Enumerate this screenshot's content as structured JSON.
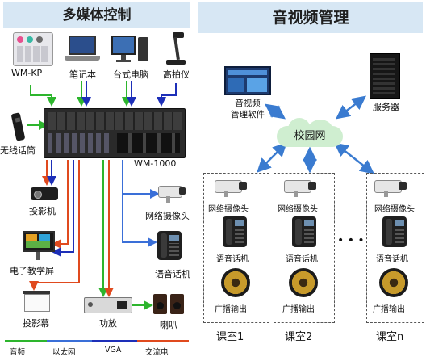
{
  "left_panel": {
    "title": "多媒体控制",
    "devices": {
      "wm_kp": "WM-KP",
      "laptop": "笔记本",
      "desktop": "台式电脑",
      "doc_camera": "高拍仪",
      "wireless_mic": "无线话筒",
      "controller": "WM-1000",
      "projector": "投影机",
      "ip_camera": "网络摄像头",
      "smart_board": "电子教学屏",
      "ip_phone": "语音话机",
      "screen": "投影幕",
      "amplifier": "功放",
      "speaker": "喇叭"
    },
    "legend": [
      {
        "label": "音频",
        "color": "#2db52d"
      },
      {
        "label": "以太网",
        "color": "#3a6fd8"
      },
      {
        "label": "VGA",
        "color": "#1d2fb8"
      },
      {
        "label": "交流电",
        "color": "#e04a1e"
      }
    ]
  },
  "right_panel": {
    "title": "音视频管理",
    "software": "音视频\n管理软件",
    "server": "服务器",
    "network": "校园网",
    "room_device_labels": {
      "camera": "网络摄像头",
      "phone": "语音话机",
      "broadcast": "广播输出"
    },
    "rooms": [
      "课室1",
      "课室2",
      "课室n"
    ],
    "ellipsis": "• • •"
  },
  "colors": {
    "title_bg": "#d7e7f4",
    "audio": "#2db52d",
    "ethernet": "#3a6fd8",
    "vga": "#1d2fb8",
    "ac_power": "#e04a1e"
  }
}
